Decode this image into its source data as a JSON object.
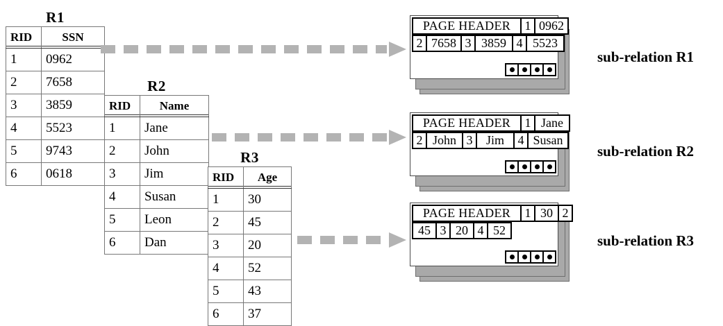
{
  "relations": [
    {
      "title": "R1",
      "columns": [
        "RID",
        "SSN"
      ],
      "rows": [
        [
          "1",
          "0962"
        ],
        [
          "2",
          "7658"
        ],
        [
          "3",
          "3859"
        ],
        [
          "4",
          "5523"
        ],
        [
          "5",
          "9743"
        ],
        [
          "6",
          "0618"
        ]
      ]
    },
    {
      "title": "R2",
      "columns": [
        "RID",
        "Name"
      ],
      "rows": [
        [
          "1",
          "Jane"
        ],
        [
          "2",
          "John"
        ],
        [
          "3",
          "Jim"
        ],
        [
          "4",
          "Susan"
        ],
        [
          "5",
          "Leon"
        ],
        [
          "6",
          "Dan"
        ]
      ]
    },
    {
      "title": "R3",
      "columns": [
        "RID",
        "Age"
      ],
      "rows": [
        [
          "1",
          "30"
        ],
        [
          "2",
          "45"
        ],
        [
          "3",
          "20"
        ],
        [
          "4",
          "52"
        ],
        [
          "5",
          "43"
        ],
        [
          "6",
          "37"
        ]
      ]
    }
  ],
  "page_header_label": "PAGE HEADER",
  "stacks": [
    {
      "caption": "sub-relation R1",
      "top_row": [
        "PAGE HEADER",
        "1",
        "0962"
      ],
      "bottom_row": [
        "2",
        "7658",
        "3",
        "3859",
        "4",
        "5523"
      ],
      "slot_count": 4
    },
    {
      "caption": "sub-relation R2",
      "top_row": [
        "PAGE HEADER",
        "1",
        "Jane"
      ],
      "bottom_row": [
        "2",
        "John",
        "3",
        "Jim",
        "4",
        "Susan"
      ],
      "slot_count": 4
    },
    {
      "caption": "sub-relation R3",
      "top_row": [
        "PAGE HEADER",
        "1",
        "30",
        "2"
      ],
      "bottom_row": [
        "45",
        "3",
        "20",
        "4",
        "52"
      ],
      "slot_count": 4
    }
  ],
  "arrows": [
    {
      "name": "arrow-r1-to-subrelation-r1"
    },
    {
      "name": "arrow-r2-to-subrelation-r2"
    },
    {
      "name": "arrow-r3-to-subrelation-r3"
    }
  ],
  "colors": {
    "arrow": "#b3b3b3",
    "page_shadow": "#a9a9a9",
    "ink": "#000000",
    "page_fill": "#ffffff"
  }
}
